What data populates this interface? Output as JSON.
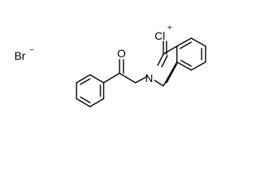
{
  "structure": {
    "counter_ion": {
      "symbol": "Br",
      "charge": "−"
    },
    "atoms": {
      "chlorine": {
        "symbol": "Cl",
        "charge": "+"
      },
      "nitrogen": "N",
      "oxygen": "O"
    }
  }
}
